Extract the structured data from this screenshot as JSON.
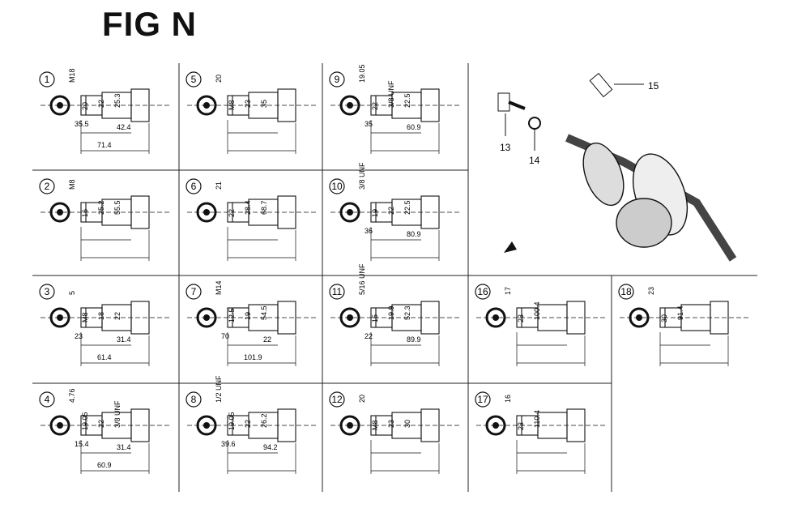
{
  "title": "FIG N",
  "cells": [
    {
      "id": "1",
      "labels": [
        "M18",
        "20",
        "22",
        "25.3",
        "35.5",
        "42.4",
        "71.4"
      ]
    },
    {
      "id": "2",
      "labels": [
        "M8",
        "16",
        "25.2",
        "55.5"
      ]
    },
    {
      "id": "3",
      "labels": [
        "5",
        "M8",
        "18",
        "22",
        "23",
        "31.4",
        "61.4"
      ]
    },
    {
      "id": "4",
      "labels": [
        "4.76",
        "19.05",
        "22",
        "3/8 UNF",
        "15.4",
        "31.4",
        "60.9"
      ]
    },
    {
      "id": "5",
      "labels": [
        "20",
        "M8",
        "23",
        "35"
      ]
    },
    {
      "id": "6",
      "labels": [
        "21",
        "22",
        "28.4",
        "68.7"
      ]
    },
    {
      "id": "7",
      "labels": [
        "M14",
        "12.5",
        "19",
        "54.5",
        "70",
        "22",
        "101.9"
      ]
    },
    {
      "id": "8",
      "labels": [
        "1/2 UNF",
        "19.05",
        "22",
        "26.2",
        "39.6",
        "94.2"
      ]
    },
    {
      "id": "9",
      "labels": [
        "19.05",
        "22",
        "3/8 UNF",
        "22.5",
        "35",
        "60.9"
      ]
    },
    {
      "id": "10",
      "labels": [
        "3/8 UNF",
        "19",
        "22",
        "22.5",
        "36",
        "80.9"
      ]
    },
    {
      "id": "11",
      "labels": [
        "5/16 UNF",
        "15",
        "19.9",
        "52.3",
        "22",
        "89.9"
      ]
    },
    {
      "id": "12",
      "labels": [
        "20",
        "M8",
        "23",
        "30"
      ]
    },
    {
      "id": "16",
      "labels": [
        "17",
        "23",
        "100.4"
      ]
    },
    {
      "id": "17",
      "labels": [
        "16",
        "23",
        "110.4"
      ]
    },
    {
      "id": "18",
      "labels": [
        "23",
        "30",
        "91.4"
      ]
    }
  ],
  "parts": [
    {
      "id": "13",
      "label": "13"
    },
    {
      "id": "14",
      "label": "14"
    },
    {
      "id": "15",
      "label": "15"
    }
  ]
}
